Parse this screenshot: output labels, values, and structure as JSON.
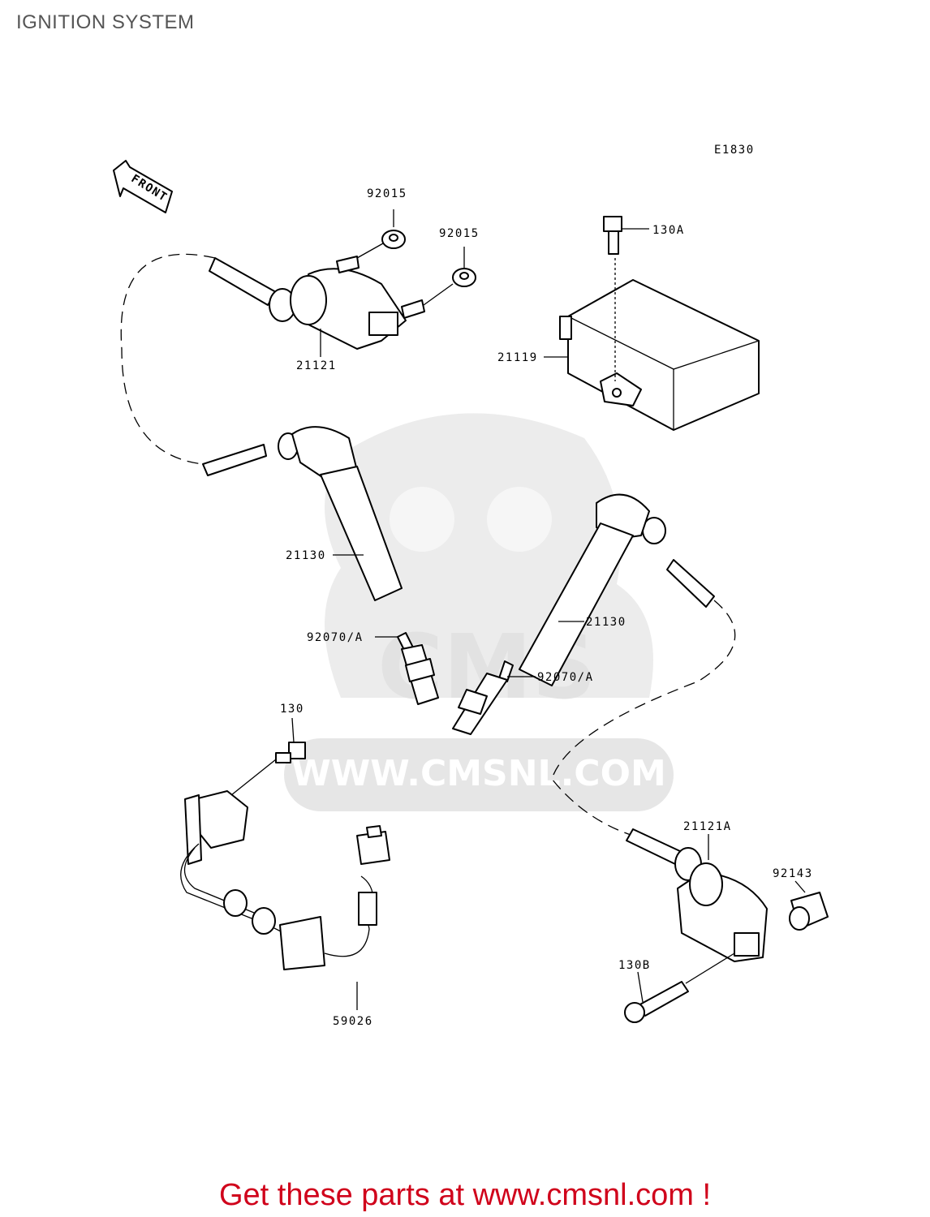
{
  "title": "IGNITION SYSTEM",
  "diagram_code": "E1830",
  "front_label": "FRONT",
  "watermark": {
    "logo_text": "CMS",
    "url": "WWW.CMSNL.COM",
    "color": "#e6e6e6"
  },
  "parts": {
    "washer_top_1": "92015",
    "washer_top_2": "92015",
    "bolt_ecu": "130A",
    "coil_top": "21121",
    "ecu": "21119",
    "cap_left": "21130",
    "cap_right": "21130",
    "plug_left": "92070/A",
    "plug_right": "92070/A",
    "bolt_harness": "130",
    "coil_bottom": "21121A",
    "spacer": "92143",
    "bolt_coil": "130B",
    "harness": "59026"
  },
  "footer": "Get these parts at www.cmsnl.com !",
  "colors": {
    "footer": "#d0021b",
    "title": "#555555"
  }
}
